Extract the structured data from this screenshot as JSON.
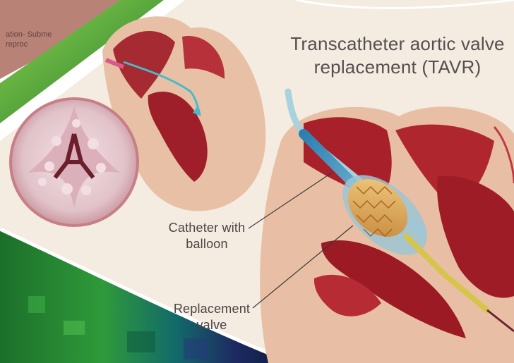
{
  "title": {
    "line1": "Transcatheter aortic valve",
    "line2": "replacement (TAVR)"
  },
  "labels": {
    "catheter_line1": "Catheter with",
    "catheter_line2": "balloon",
    "replacement_line1": "Replacement",
    "replacement_line2": "valve"
  },
  "colors": {
    "background": "#f4ebe1",
    "heart_tissue": "#e9bfa3",
    "heart_chamber": "#a8202a",
    "green_accent": "#37a53a",
    "catheter": "#7ab6c9",
    "valve_stent": "#e2b062",
    "stenotic_valve_disc": "#e7cdd3"
  }
}
